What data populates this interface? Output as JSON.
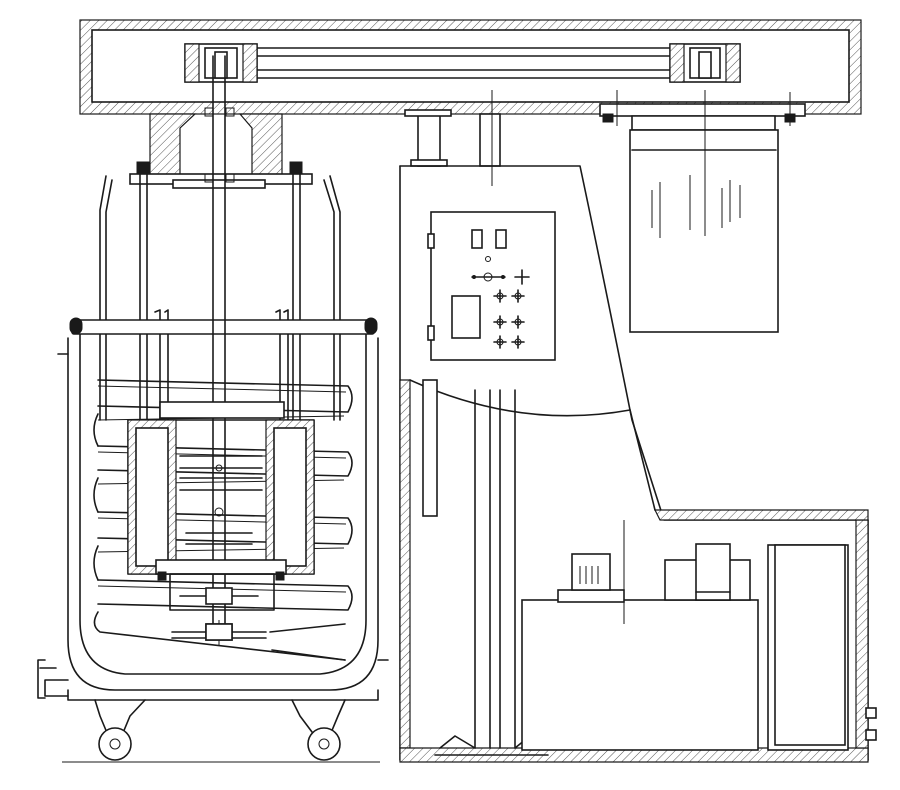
{
  "colors": {
    "line": "#1a1a1a",
    "background": "#ffffff"
  },
  "diagram": {
    "type": "mechanical-section-drawing",
    "components": [
      "top-beam",
      "drive-pulley-left",
      "drive-pulley-right",
      "drive-belt",
      "motor",
      "main-shaft",
      "mixing-vessel",
      "heating-coil",
      "dispersing-basket",
      "impeller",
      "vessel-wheels",
      "drain-valve",
      "support-column",
      "control-panel",
      "base-cabinet",
      "hydraulic-pump",
      "side-cabinet"
    ]
  }
}
